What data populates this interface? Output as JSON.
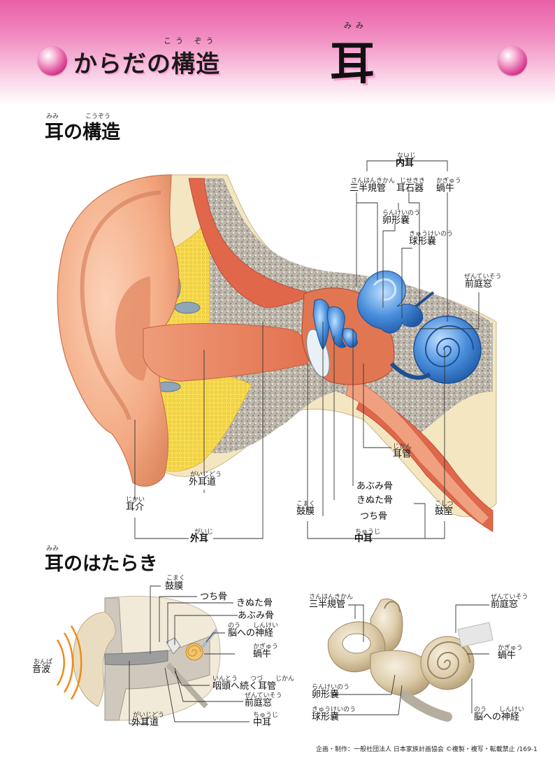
{
  "header": {
    "title": "からだの構造",
    "title_ruby": "こう ぞう",
    "main_char": "耳",
    "main_ruby": "みみ"
  },
  "section1": {
    "title": "耳の構造",
    "ruby1": "みみ",
    "ruby2": "こうぞう",
    "labels": {
      "inner_ear": "内耳",
      "inner_ear_ruby": "ないじ",
      "semicircular": "三半規管",
      "semicircular_ruby": "さんはんきかん",
      "otolith": "耳石器",
      "otolith_ruby": "じせきき",
      "cochlea": "蝸牛",
      "cochlea_ruby": "かぎゅう",
      "utricle": "卵形嚢",
      "utricle_ruby": "らんけいのう",
      "saccule": "球形嚢",
      "saccule_ruby": "きゅうけいのう",
      "vestibule": "前庭窓",
      "vestibule_ruby": "ぜんていそう",
      "eustachian": "耳管",
      "eustachian_ruby": "じかん",
      "stapes": "あぶみ骨",
      "incus": "きぬた骨",
      "malleus": "つち骨",
      "eardrum": "鼓膜",
      "eardrum_ruby": "こまく",
      "tympanic": "鼓室",
      "tympanic_ruby": "こしつ",
      "ear_canal": "外耳道",
      "ear_canal_ruby": "がいじどう",
      "auricle": "耳介",
      "auricle_ruby": "じかい",
      "outer_ear": "外耳",
      "outer_ear_ruby": "がいじ",
      "middle_ear": "中耳",
      "middle_ear_ruby": "ちゅうじ"
    }
  },
  "section2": {
    "title": "耳のはたらき",
    "ruby": "みみ",
    "left_labels": {
      "eardrum": "鼓膜",
      "eardrum_ruby": "こまく",
      "malleus": "つち骨",
      "incus": "きぬた骨",
      "stapes": "あぶみ骨",
      "nerve": "脳への神経",
      "nerve_ruby": "のう　　しんけい",
      "cochlea": "蝸牛",
      "cochlea_ruby": "かぎゅう",
      "pharynx": "咽頭へ続く耳管",
      "pharynx_ruby": "いんとう　　つづ　　じかん",
      "vestibule": "前庭窓",
      "vestibule_ruby": "ぜんていそう",
      "middle_ear": "中耳",
      "middle_ear_ruby": "ちゅうじ",
      "ear_canal": "外耳道",
      "ear_canal_ruby": "がいじどう",
      "sound": "音波",
      "sound_ruby": "おんぱ"
    },
    "right_labels": {
      "semicircular": "三半規管",
      "semicircular_ruby": "さんはんきかん",
      "vestibule": "前庭窓",
      "vestibule_ruby": "ぜんていそう",
      "cochlea": "蝸牛",
      "cochlea_ruby": "かぎゅう",
      "utricle": "卵形嚢",
      "utricle_ruby": "らんけいのう",
      "saccule": "球形嚢",
      "saccule_ruby": "きゅうけいのう",
      "nerve": "脳への神経",
      "nerve_ruby": "のう　　しんけい"
    }
  },
  "footer": "企画・制作：一般社団法人 日本家族計画協会 ©複製・複写・転載禁止 /169-1",
  "colors": {
    "header_pink": "#ea5fa8",
    "accent_orange": "#f08a18",
    "skin": "#f3a982",
    "bone_gray": "#b9b3a8",
    "fat_yellow": "#f7dd54",
    "muscle": "#e0674a",
    "inner_blue": "#3f86d6",
    "inner_beige": "#e2d3b4"
  }
}
